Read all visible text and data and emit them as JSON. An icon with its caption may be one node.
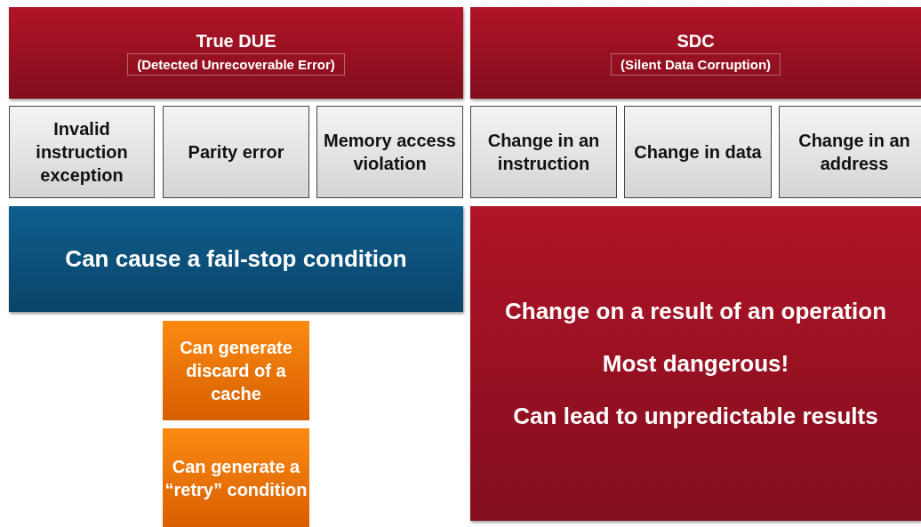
{
  "diagram": {
    "nodes": [
      {
        "text": [
          "True DUE",
          "(Detected Unrecoverable Error)"
        ]
      },
      {
        "text": [
          "SDC",
          "(Silent Data Corruption)"
        ]
      },
      {
        "text": [
          "Invalid instruction exception"
        ]
      },
      {
        "text": [
          "Parity error"
        ]
      },
      {
        "text": [
          "Memory access violation"
        ]
      },
      {
        "text": [
          "Change in an instruction"
        ]
      },
      {
        "text": [
          "Change in data"
        ]
      },
      {
        "text": [
          "Change in an address"
        ]
      },
      {
        "text": [
          "Can cause a fail-stop condition"
        ]
      },
      {
        "text": [
          "Change on a result of an operation",
          "Most dangerous!",
          "Can lead to unpredictable results"
        ]
      },
      {
        "text": [
          "Can generate discard of a cache"
        ]
      },
      {
        "text": [
          "Can generate a “retry” condition"
        ]
      }
    ]
  }
}
